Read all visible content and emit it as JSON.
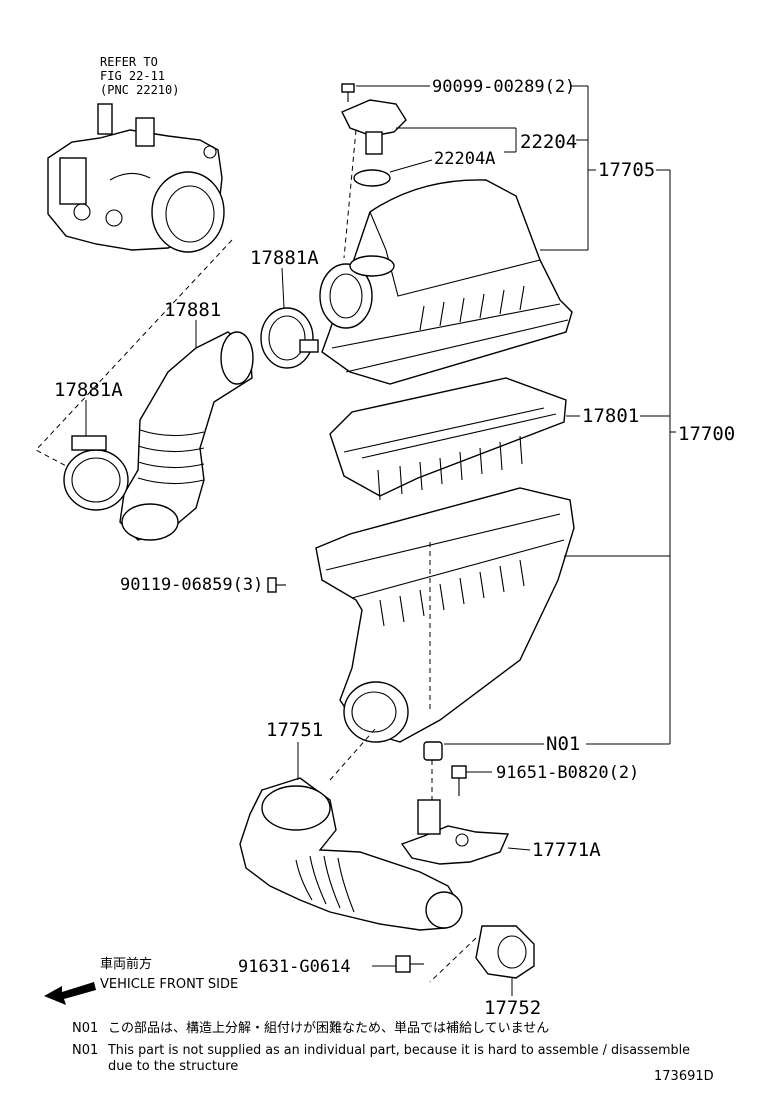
{
  "reference": {
    "line1": "REFER TO",
    "line2": "FIG 22-11",
    "line3": "(PNC 22210)"
  },
  "labels": {
    "bolt_top": "90099-00289(2)",
    "sensor": "22204",
    "gasket": "22204A",
    "cap_assy": "17705",
    "clamp_upper": "17881A",
    "hose": "17881",
    "clamp_lower": "17881A",
    "element": "17801",
    "cleaner_assy": "17700",
    "screw_side": "90119-06859(3)",
    "inlet": "17751",
    "grommet": "N01",
    "bolt_bracket": "91651-B0820(2)",
    "bracket": "17771A",
    "bolt_bottom": "91631-G0614",
    "resonator": "17752"
  },
  "direction": {
    "japanese": "車両前方",
    "english": "VEHICLE FRONT SIDE"
  },
  "notes": {
    "n01_code": "N01",
    "n01_japanese": "この部品は、構造上分解・組付けが困難なため、単品では補給していません",
    "n02_code": "N01",
    "n02_english_line1": "This part is not supplied as an individual part, because it is hard to assemble / disassemble",
    "n02_english_line2": "due to the structure"
  },
  "figure_id": "173691D"
}
